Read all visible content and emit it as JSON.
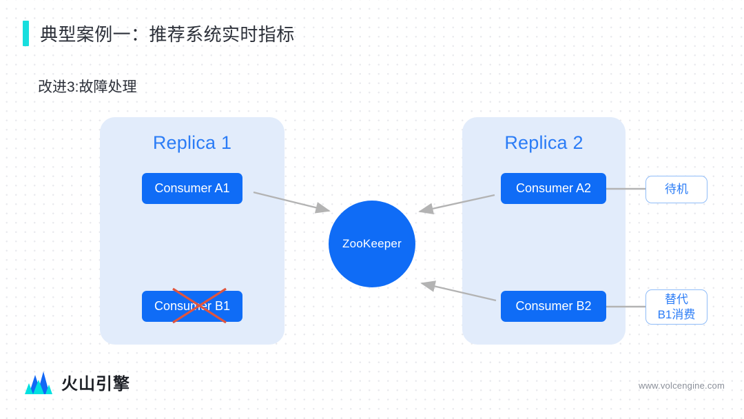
{
  "slide": {
    "title": "典型案例一：推荐系统实时指标",
    "subtitle": "改进3:故障处理",
    "accent_color": "#18dede",
    "background_color": "#ffffff"
  },
  "diagram": {
    "replica_left": {
      "title": "Replica 1",
      "panel_color": "#e2ecfb",
      "nodes": [
        {
          "label": "Consumer A1",
          "state": "active",
          "color": "#0f6cf6"
        },
        {
          "label": "Consumer B1",
          "state": "failed",
          "color": "#0f6cf6",
          "cross_color": "#e0553f"
        }
      ]
    },
    "replica_right": {
      "title": "Replica 2",
      "panel_color": "#e2ecfb",
      "nodes": [
        {
          "label": "Consumer A2",
          "state": "active",
          "color": "#0f6cf6"
        },
        {
          "label": "Consumer B2",
          "state": "active",
          "color": "#0f6cf6"
        }
      ]
    },
    "coordinator": {
      "label": "ZooKeeper",
      "shape": "circle",
      "color": "#0f6cf6"
    },
    "callouts": [
      {
        "lines": [
          "待机"
        ],
        "target": "Consumer A2",
        "color": "#2b7cf6"
      },
      {
        "lines": [
          "替代",
          "B1消费"
        ],
        "target": "Consumer B2",
        "color": "#2b7cf6"
      }
    ],
    "connectors": [
      {
        "from": "Consumer A1",
        "to": "ZooKeeper",
        "type": "arrow",
        "color": "#b3b3b3"
      },
      {
        "from": "Consumer A2",
        "to": "ZooKeeper",
        "type": "arrow",
        "color": "#b3b3b3"
      },
      {
        "from": "Consumer B2",
        "to": "ZooKeeper",
        "type": "arrow",
        "color": "#b3b3b3"
      },
      {
        "from": "Consumer A2",
        "to": "待机",
        "type": "line",
        "color": "#b3b3b3"
      },
      {
        "from": "Consumer B2",
        "to": "替代B1消费",
        "type": "line",
        "color": "#b3b3b3"
      }
    ]
  },
  "footer": {
    "brand": "火山引擎",
    "url": "www.volcengine.com",
    "logo_colors": {
      "blue": "#1268f5",
      "cyan": "#00e0e0"
    }
  }
}
